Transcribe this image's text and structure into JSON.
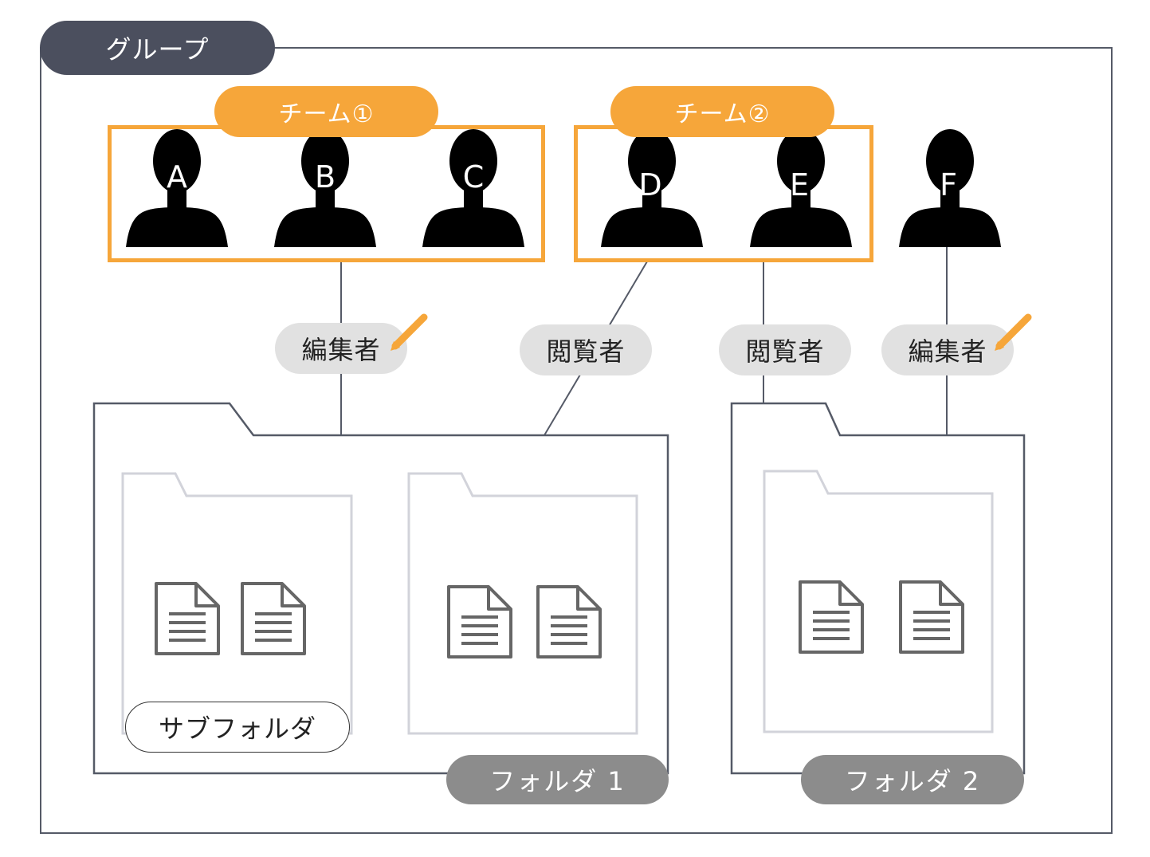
{
  "group": {
    "label": "グループ"
  },
  "teams": [
    {
      "label": "チーム①"
    },
    {
      "label": "チーム②"
    }
  ],
  "people": [
    "A",
    "B",
    "C",
    "D",
    "E",
    "F"
  ],
  "roles": {
    "team1": "編集者",
    "team2_folder1": "閲覧者",
    "team2_folder2": "閲覧者",
    "person_f": "編集者"
  },
  "folders": {
    "folder1": "フォルダ 1",
    "folder2": "フォルダ 2",
    "subfolder": "サブフォルダ"
  },
  "colors": {
    "team_accent": "#f6a63a",
    "group_pill": "#4b4f5e",
    "role_pill": "#e1e1e1",
    "folder_label": "#8c8c8c",
    "editor_pencil": "#f6a63a"
  },
  "icons": {
    "person": "person-silhouette-icon",
    "document": "document-icon",
    "pencil": "pencil-icon"
  }
}
